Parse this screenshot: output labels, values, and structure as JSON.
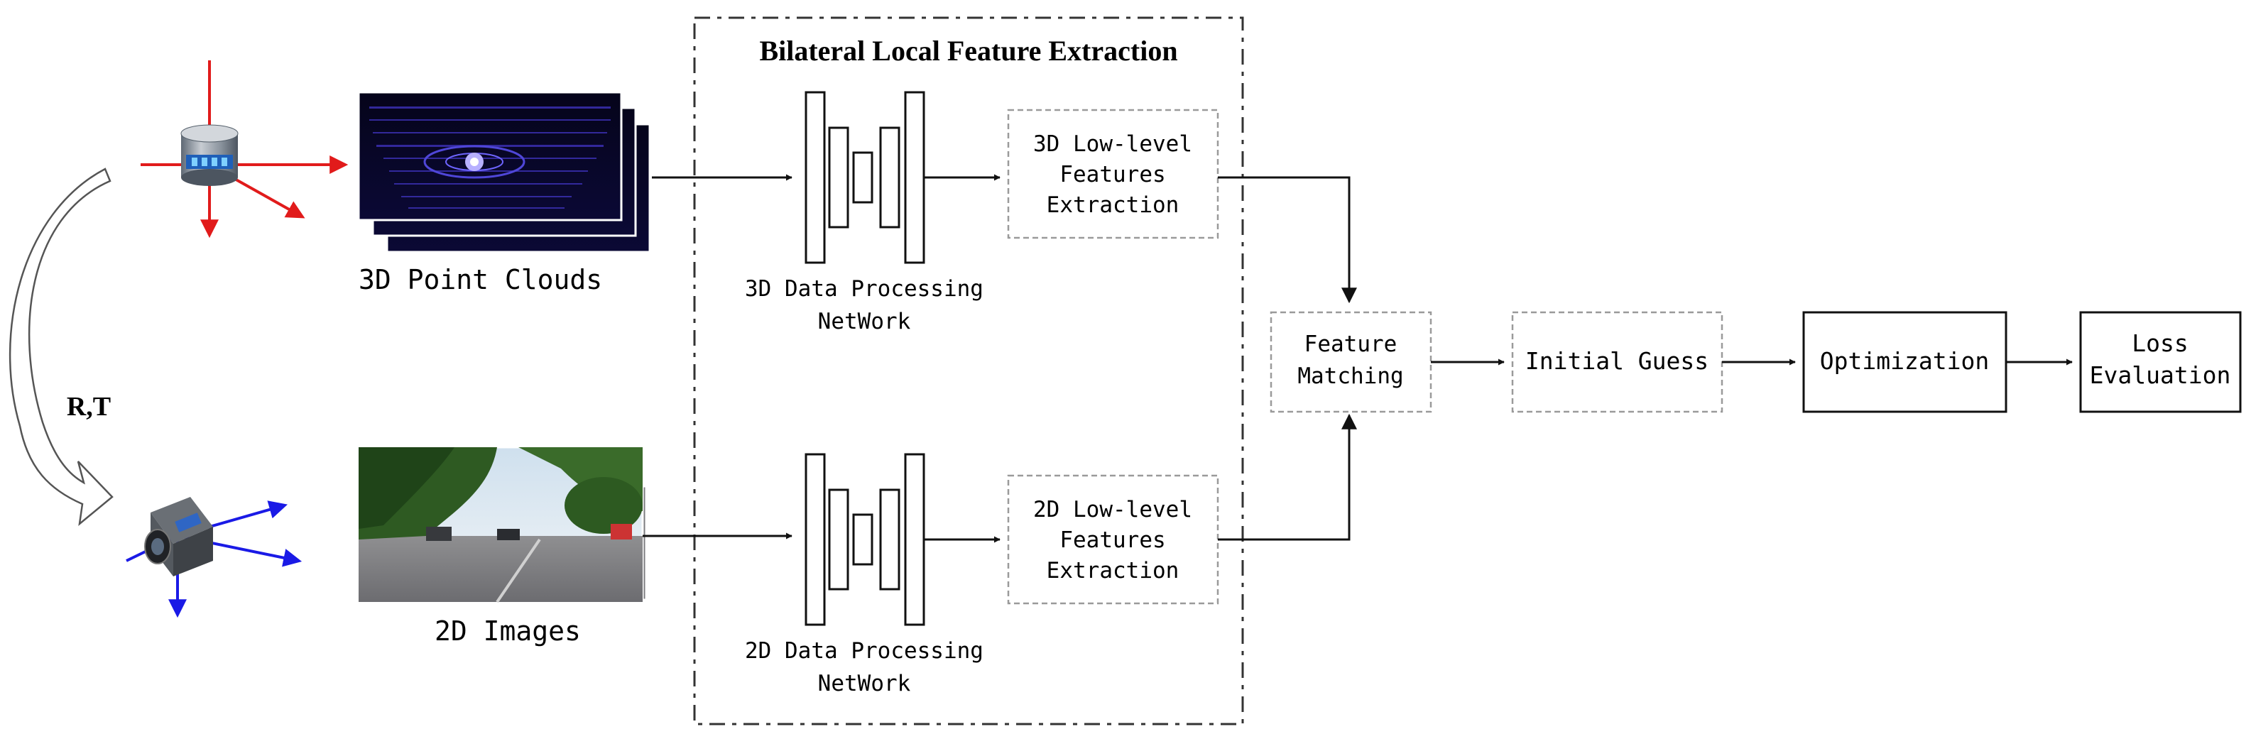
{
  "diagram": {
    "group_title": "Bilateral Local Feature Extraction",
    "transform_label": "R,T",
    "lidar_input_label": "3D Point Clouds",
    "camera_input_label": "2D Images",
    "net_3d_label": [
      "3D Data Processing",
      "NetWork"
    ],
    "net_2d_label": [
      "2D Data Processing",
      "NetWork"
    ],
    "feat_3d_label": [
      "3D Low-level",
      "Features",
      "Extraction"
    ],
    "feat_2d_label": [
      "2D Low-level",
      "Features",
      "Extraction"
    ],
    "feature_matching_label": [
      "Feature",
      "Matching"
    ],
    "initial_guess_label": "Initial Guess",
    "optimization_label": "Optimization",
    "loss_label": [
      "Loss",
      "Evaluation"
    ]
  },
  "colors": {
    "lidar_axes": "#e11b1b",
    "camera_axes": "#1a1ae6",
    "dashed_box": "#9a9a9a",
    "line": "#111111"
  }
}
